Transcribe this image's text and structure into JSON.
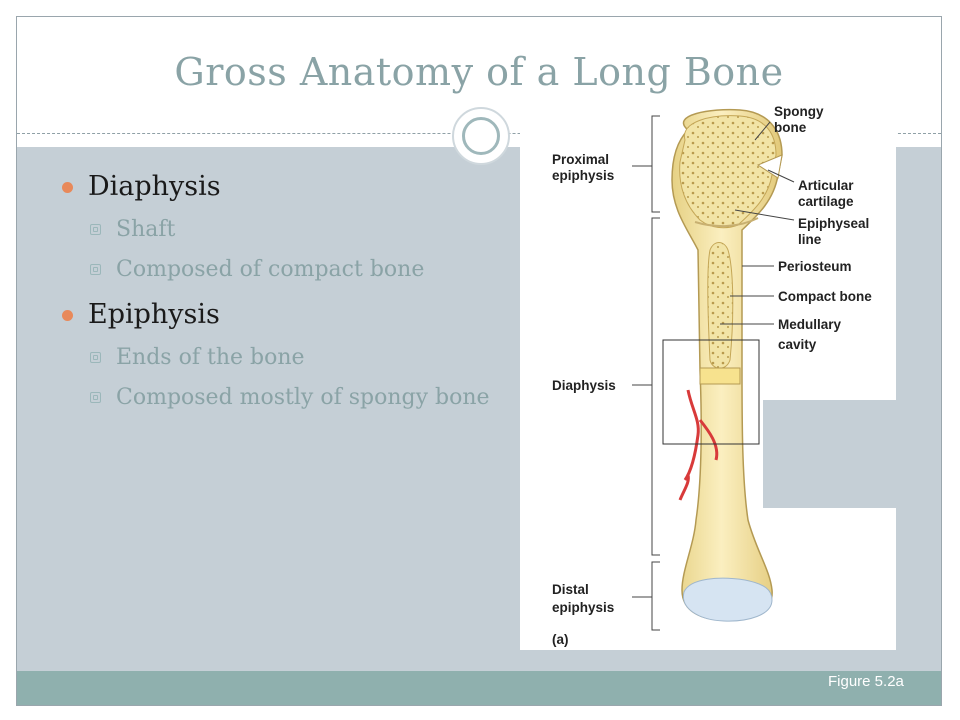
{
  "slide": {
    "title": "Gross Anatomy of a Long Bone",
    "bullets": [
      {
        "text": "Diaphysis",
        "subs": [
          "Shaft",
          "Composed of compact bone"
        ]
      },
      {
        "text": "Epiphysis",
        "subs": [
          "Ends of the bone",
          "Composed mostly of spongy bone"
        ]
      }
    ],
    "caption": "Figure 5.2a"
  },
  "figure": {
    "labels": {
      "spongy_bone_1": "Spongy",
      "spongy_bone_2": "bone",
      "proximal_1": "Proximal",
      "proximal_2": "epiphysis",
      "articular_1": "Articular",
      "articular_2": "cartilage",
      "epiphyseal_1": "Epiphyseal",
      "epiphyseal_2": "line",
      "periosteum": "Periosteum",
      "compact_bone": "Compact bone",
      "medullary_1": "Medullary",
      "medullary_2": "cavity",
      "diaphysis": "Diaphysis",
      "distal_1": "Distal",
      "distal_2": "epiphysis",
      "panel": "(a)"
    }
  }
}
